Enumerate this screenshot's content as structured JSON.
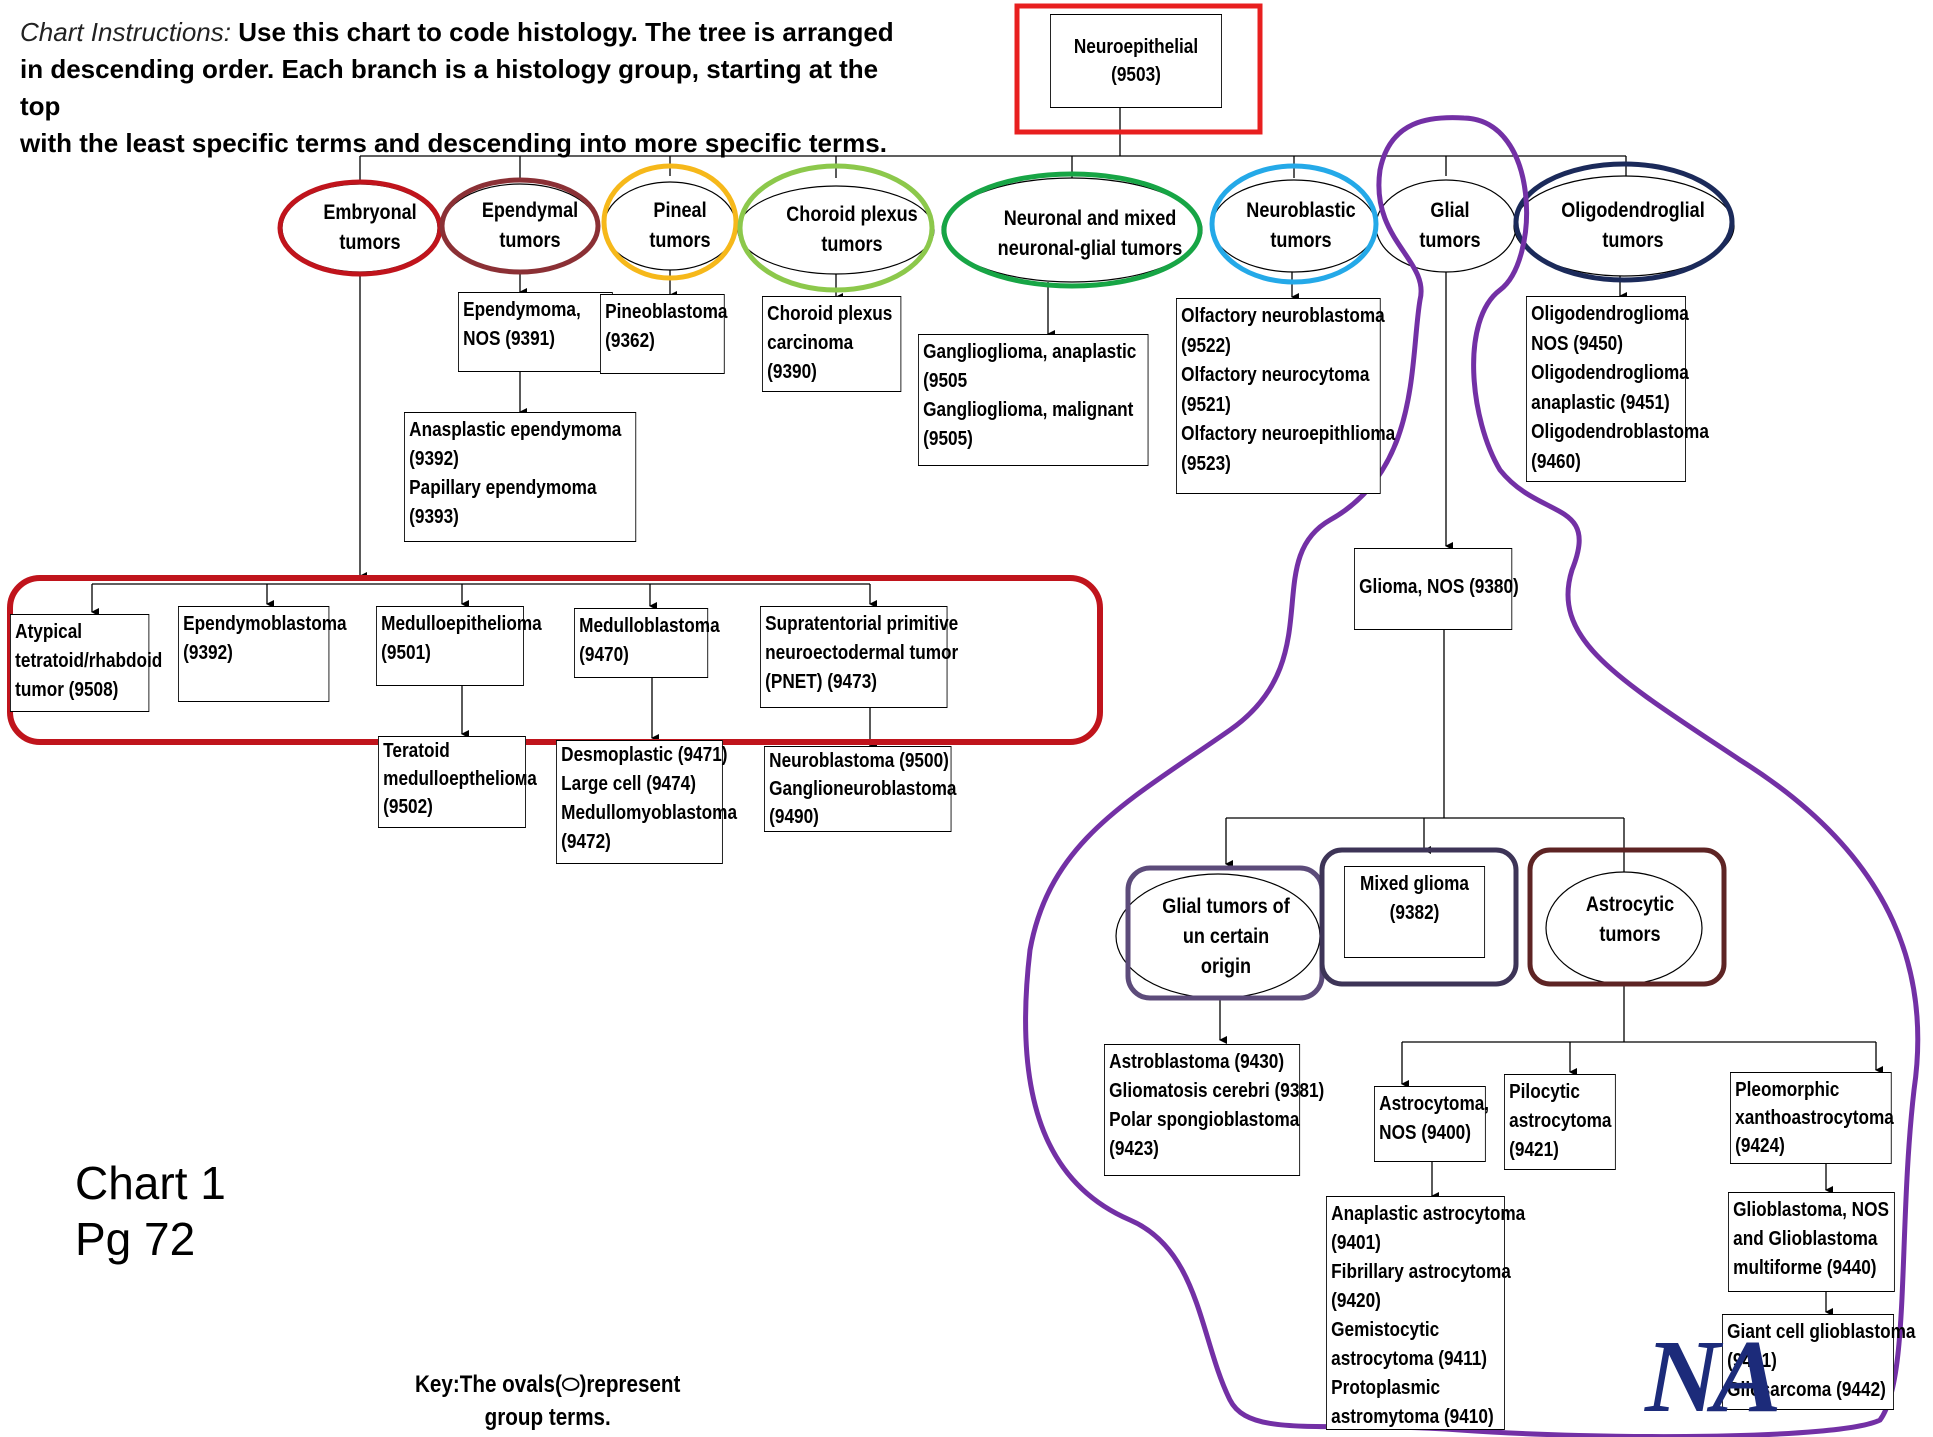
{
  "instructions": {
    "lead": "Chart Instructions:",
    "line1": "Use this chart to code histology.  The tree is arranged",
    "line2": "in descending order.  Each branch is a histology group, starting at the top",
    "line3": "with the least specific terms and descending into more specific terms."
  },
  "root": {
    "line1": "Neuroepithelial",
    "line2": "(9503)"
  },
  "groups": {
    "embryonal": {
      "line1": "Embryonal",
      "line2": "tumors"
    },
    "ependymal": {
      "line1": "Ependymal",
      "line2": "tumors"
    },
    "pineal": {
      "line1": "Pineal",
      "line2": "tumors"
    },
    "choroid": {
      "line1": "Choroid plexus",
      "line2": "tumors"
    },
    "neuronal": {
      "line1": "Neuronal and mixed",
      "line2": "neuronal-glial tumors"
    },
    "neuroblastic": {
      "line1": "Neuroblastic",
      "line2": "tumors"
    },
    "glial": {
      "line1": "Glial",
      "line2": "tumors"
    },
    "oligodendroglial": {
      "line1": "Oligodendroglial",
      "line2": "tumors"
    },
    "uncertain": {
      "line1": "Glial tumors of",
      "line2": "un certain",
      "line3": "origin"
    },
    "astrocytic": {
      "line1": "Astrocytic",
      "line2": "tumors"
    }
  },
  "boxes": {
    "ependymoma": [
      "Ependymoma,",
      "NOS (9391)"
    ],
    "anaplastic_ependymoma": [
      "Anasplastic ependymoma",
      "  (9392)",
      "Papillary ependymoma",
      "(9393)"
    ],
    "pineoblastoma": [
      "Pineoblastoma",
      "(9362)"
    ],
    "choroid_carcinoma": [
      "Choroid plexus",
      "carcinoma",
      "(9390)"
    ],
    "ganglioglioma": [
      "Ganglioglioma, anaplastic",
      " (9505",
      "Ganglioglioma, malignant",
      " (9505)"
    ],
    "olfactory": [
      "Olfactory neuroblastoma",
      " (9522)",
      "Olfactory neurocytoma",
      " (9521)",
      " Olfactory neuroepithlioma",
      " (9523)"
    ],
    "oligo": [
      "Oligodendroglioma",
      " NOS (9450)",
      "Oligodendroglioma",
      " anaplastic (9451)",
      "Oligodendroblastoma",
      " (9460)"
    ],
    "atypical": [
      "Atypical",
      "tetratoid/rhabdoid",
      "tumor (9508)"
    ],
    "ependymoblastoma": [
      "Ependymoblastoma",
      " (9392)"
    ],
    "medulloepithelioma": [
      "Medulloepithelioma",
      " (9501)"
    ],
    "medulloblastoma": [
      "Medulloblastoma",
      "(9470)"
    ],
    "pnet": [
      "Supratentorial primitive",
      "neuroectodermal tumor",
      " (PNET) (9473)"
    ],
    "teratoid": [
      "Teratoid",
      "medulloeptheliома",
      "(9502)"
    ],
    "desmoplastic": [
      "Desmoplastic  (9471)",
      "Large cell  (9474)",
      "Medullomyoblastoma",
      "  (9472)"
    ],
    "neuroblastoma": [
      "Neuroblastoma (9500)",
      "Ganglioneuroblastoma",
      "  (9490)"
    ],
    "glioma_nos": [
      "Glioma, NOS (9380)"
    ],
    "mixed_glioma": [
      "Mixed glioma",
      "(9382)"
    ],
    "astroblastoma": [
      "Astroblastoma (9430)",
      "Gliomatosis cerebri (9381)",
      "Polar spongioblastoma",
      " (9423)"
    ],
    "astrocytoma_nos": [
      "Astrocytoma,",
      "NOS (9400)"
    ],
    "pilocytic": [
      "Pilocytic",
      "astrocytoma",
      "(9421)"
    ],
    "pleomorphic": [
      "Pleomorphic",
      "  xanthoastrocytoma",
      "   (9424)"
    ],
    "anaplastic_astro": [
      "Anaplastic astrocytoma",
      "  (9401)",
      "Fibrillary astrocytoma",
      "  (9420)",
      "Gemistocytic",
      "  astrocytoma   (9411)",
      "Protoplasmic",
      "  astromytoma   (9410)"
    ],
    "glioblastoma": [
      "Glioblastoma, NOS",
      "and Glioblastoma",
      "multiforme (9440)"
    ],
    "giant_cell": [
      "Giant cell glioblastoma",
      "  (9441)",
      "Gliosarcoma (9442)"
    ]
  },
  "chart_ref": {
    "line1": "Chart 1",
    "line2": "Pg 72"
  },
  "key": {
    "line1": "Key:The ovals(⬭)represent",
    "line2": "group terms."
  },
  "logo": "NA",
  "colors": {
    "root_frame": "#e81f1f",
    "embryonal": "#c0141c",
    "ependymal": "#8b3035",
    "pineal": "#f6b81a",
    "choroid": "#8cc84b",
    "neuronal": "#17a545",
    "neuroblastic": "#24a9e8",
    "glial_outline": "#7330a5",
    "oligodendroglial": "#1b2a5a",
    "uncertain": "#5c4b7a",
    "mixed": "#3d3457",
    "astrocytic": "#5e2424",
    "logo": "#1c2b7a"
  }
}
